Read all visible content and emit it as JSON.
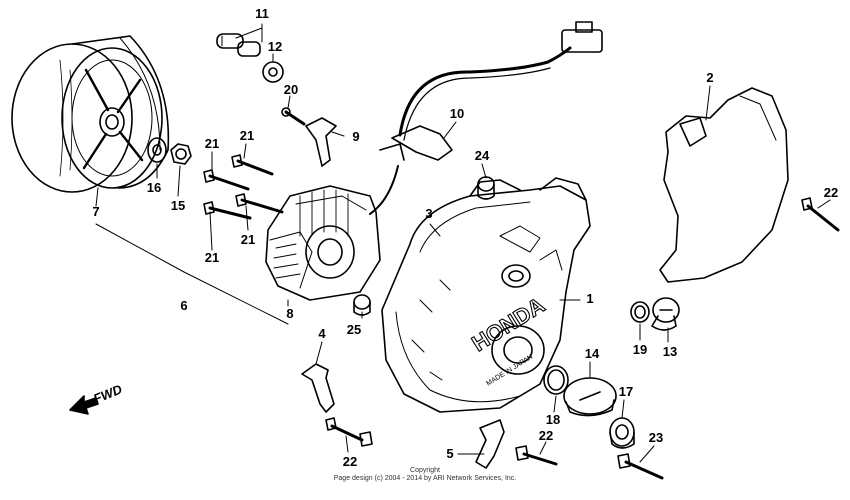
{
  "callouts": [
    {
      "id": "c11",
      "text": "11"
    },
    {
      "id": "c12",
      "text": "12"
    },
    {
      "id": "c20",
      "text": "20"
    },
    {
      "id": "c9",
      "text": "9"
    },
    {
      "id": "c10",
      "text": "10"
    },
    {
      "id": "c24",
      "text": "24"
    },
    {
      "id": "c2",
      "text": "2"
    },
    {
      "id": "c22a",
      "text": "22"
    },
    {
      "id": "c16",
      "text": "16"
    },
    {
      "id": "c15",
      "text": "15"
    },
    {
      "id": "c7",
      "text": "7"
    },
    {
      "id": "c21a",
      "text": "21"
    },
    {
      "id": "c21b",
      "text": "21"
    },
    {
      "id": "c21c",
      "text": "21"
    },
    {
      "id": "c21d",
      "text": "21"
    },
    {
      "id": "c3",
      "text": "3"
    },
    {
      "id": "c6",
      "text": "6"
    },
    {
      "id": "c8",
      "text": "8"
    },
    {
      "id": "c25",
      "text": "25"
    },
    {
      "id": "c1",
      "text": "1"
    },
    {
      "id": "c19",
      "text": "19"
    },
    {
      "id": "c13",
      "text": "13"
    },
    {
      "id": "c4",
      "text": "4"
    },
    {
      "id": "c14",
      "text": "14"
    },
    {
      "id": "c18",
      "text": "18"
    },
    {
      "id": "c17",
      "text": "17"
    },
    {
      "id": "c22b",
      "text": "22"
    },
    {
      "id": "c5",
      "text": "5"
    },
    {
      "id": "c22c",
      "text": "22"
    },
    {
      "id": "c23",
      "text": "23"
    }
  ],
  "fwd_label": "FWD",
  "cover_brand": "HONDA",
  "cover_text": "MADE IN JAPAN",
  "copyright": {
    "line1": "Copyright",
    "line2": "Page design (c) 2004 - 2014 by ARI Network Services, Inc."
  }
}
